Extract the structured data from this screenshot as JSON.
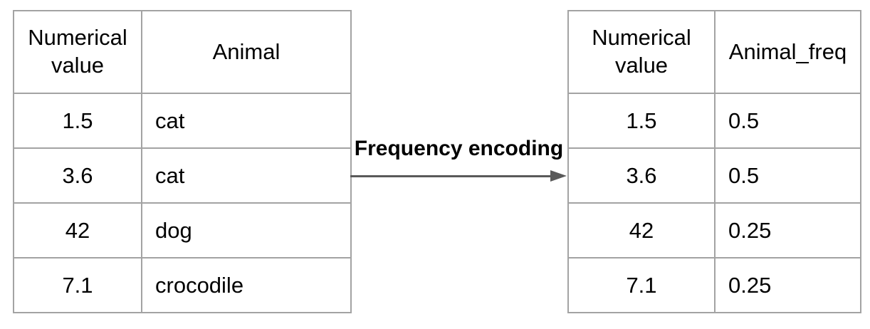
{
  "diagram": {
    "arrow_label": "Frequency encoding"
  },
  "tables": {
    "left": {
      "headers": [
        "Numerical value",
        "Animal"
      ],
      "rows": [
        [
          "1.5",
          "cat"
        ],
        [
          "3.6",
          "cat"
        ],
        [
          "42",
          "dog"
        ],
        [
          "7.1",
          "crocodile"
        ]
      ]
    },
    "right": {
      "headers": [
        "Numerical value",
        "Animal_freq"
      ],
      "rows": [
        [
          "1.5",
          "0.5"
        ],
        [
          "3.6",
          "0.5"
        ],
        [
          "42",
          "0.25"
        ],
        [
          "7.1",
          "0.25"
        ]
      ]
    }
  },
  "colors": {
    "table_border": "#a3a3a3",
    "arrow": "#595959",
    "text": "#000000",
    "background": "#ffffff"
  }
}
